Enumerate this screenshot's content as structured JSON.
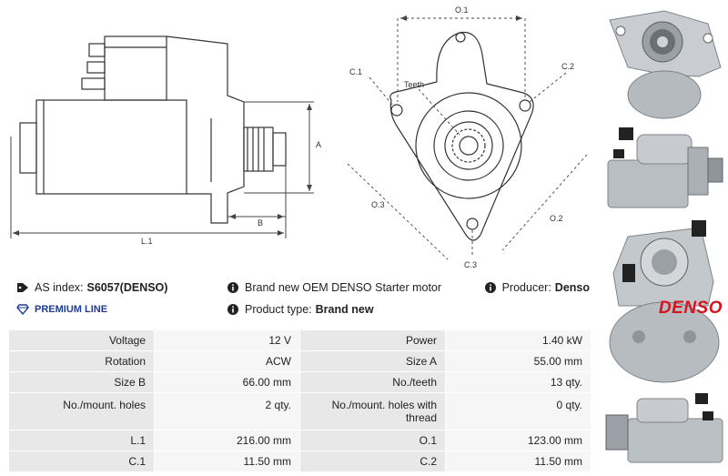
{
  "diagram_labels": {
    "a": "A",
    "b": "B",
    "l1": "L.1",
    "o1": "O.1",
    "o2": "O.2",
    "o3": "O.3",
    "c1": "C.1",
    "c2": "C.2",
    "c3": "C.3",
    "teeth": "Teeth"
  },
  "info": {
    "as_index_label": "AS index:",
    "as_index_value": "S6057(DENSO)",
    "description": "Brand new OEM DENSO Starter motor",
    "producer_label": "Producer:",
    "producer_value": "Denso",
    "premium": "PREMIUM LINE",
    "product_type_label": "Product type:",
    "product_type_value": "Brand new",
    "brand_logo": "DENSO"
  },
  "specs": [
    {
      "k1": "Voltage",
      "v1": "12 V",
      "k2": "Power",
      "v2": "1.40 kW"
    },
    {
      "k1": "Rotation",
      "v1": "ACW",
      "k2": "Size A",
      "v2": "55.00 mm"
    },
    {
      "k1": "Size B",
      "v1": "66.00 mm",
      "k2": "No./teeth",
      "v2": "13 qty."
    },
    {
      "k1": "No./mount. holes",
      "v1": "2 qty.",
      "k2": "No./mount. holes with thread",
      "v2": "0 qty."
    },
    {
      "k1": "L.1",
      "v1": "216.00 mm",
      "k2": "O.1",
      "v2": "123.00 mm"
    },
    {
      "k1": "C.1",
      "v1": "11.50 mm",
      "k2": "C.2",
      "v2": "11.50 mm"
    }
  ],
  "colors": {
    "accent_blue": "#1f3b93",
    "brand_red": "#d6141f",
    "key_cell": "#e8e8e8",
    "value_cell": "#f6f6f6"
  },
  "icons": [
    "tag-icon",
    "info-icon",
    "diamond-icon"
  ]
}
